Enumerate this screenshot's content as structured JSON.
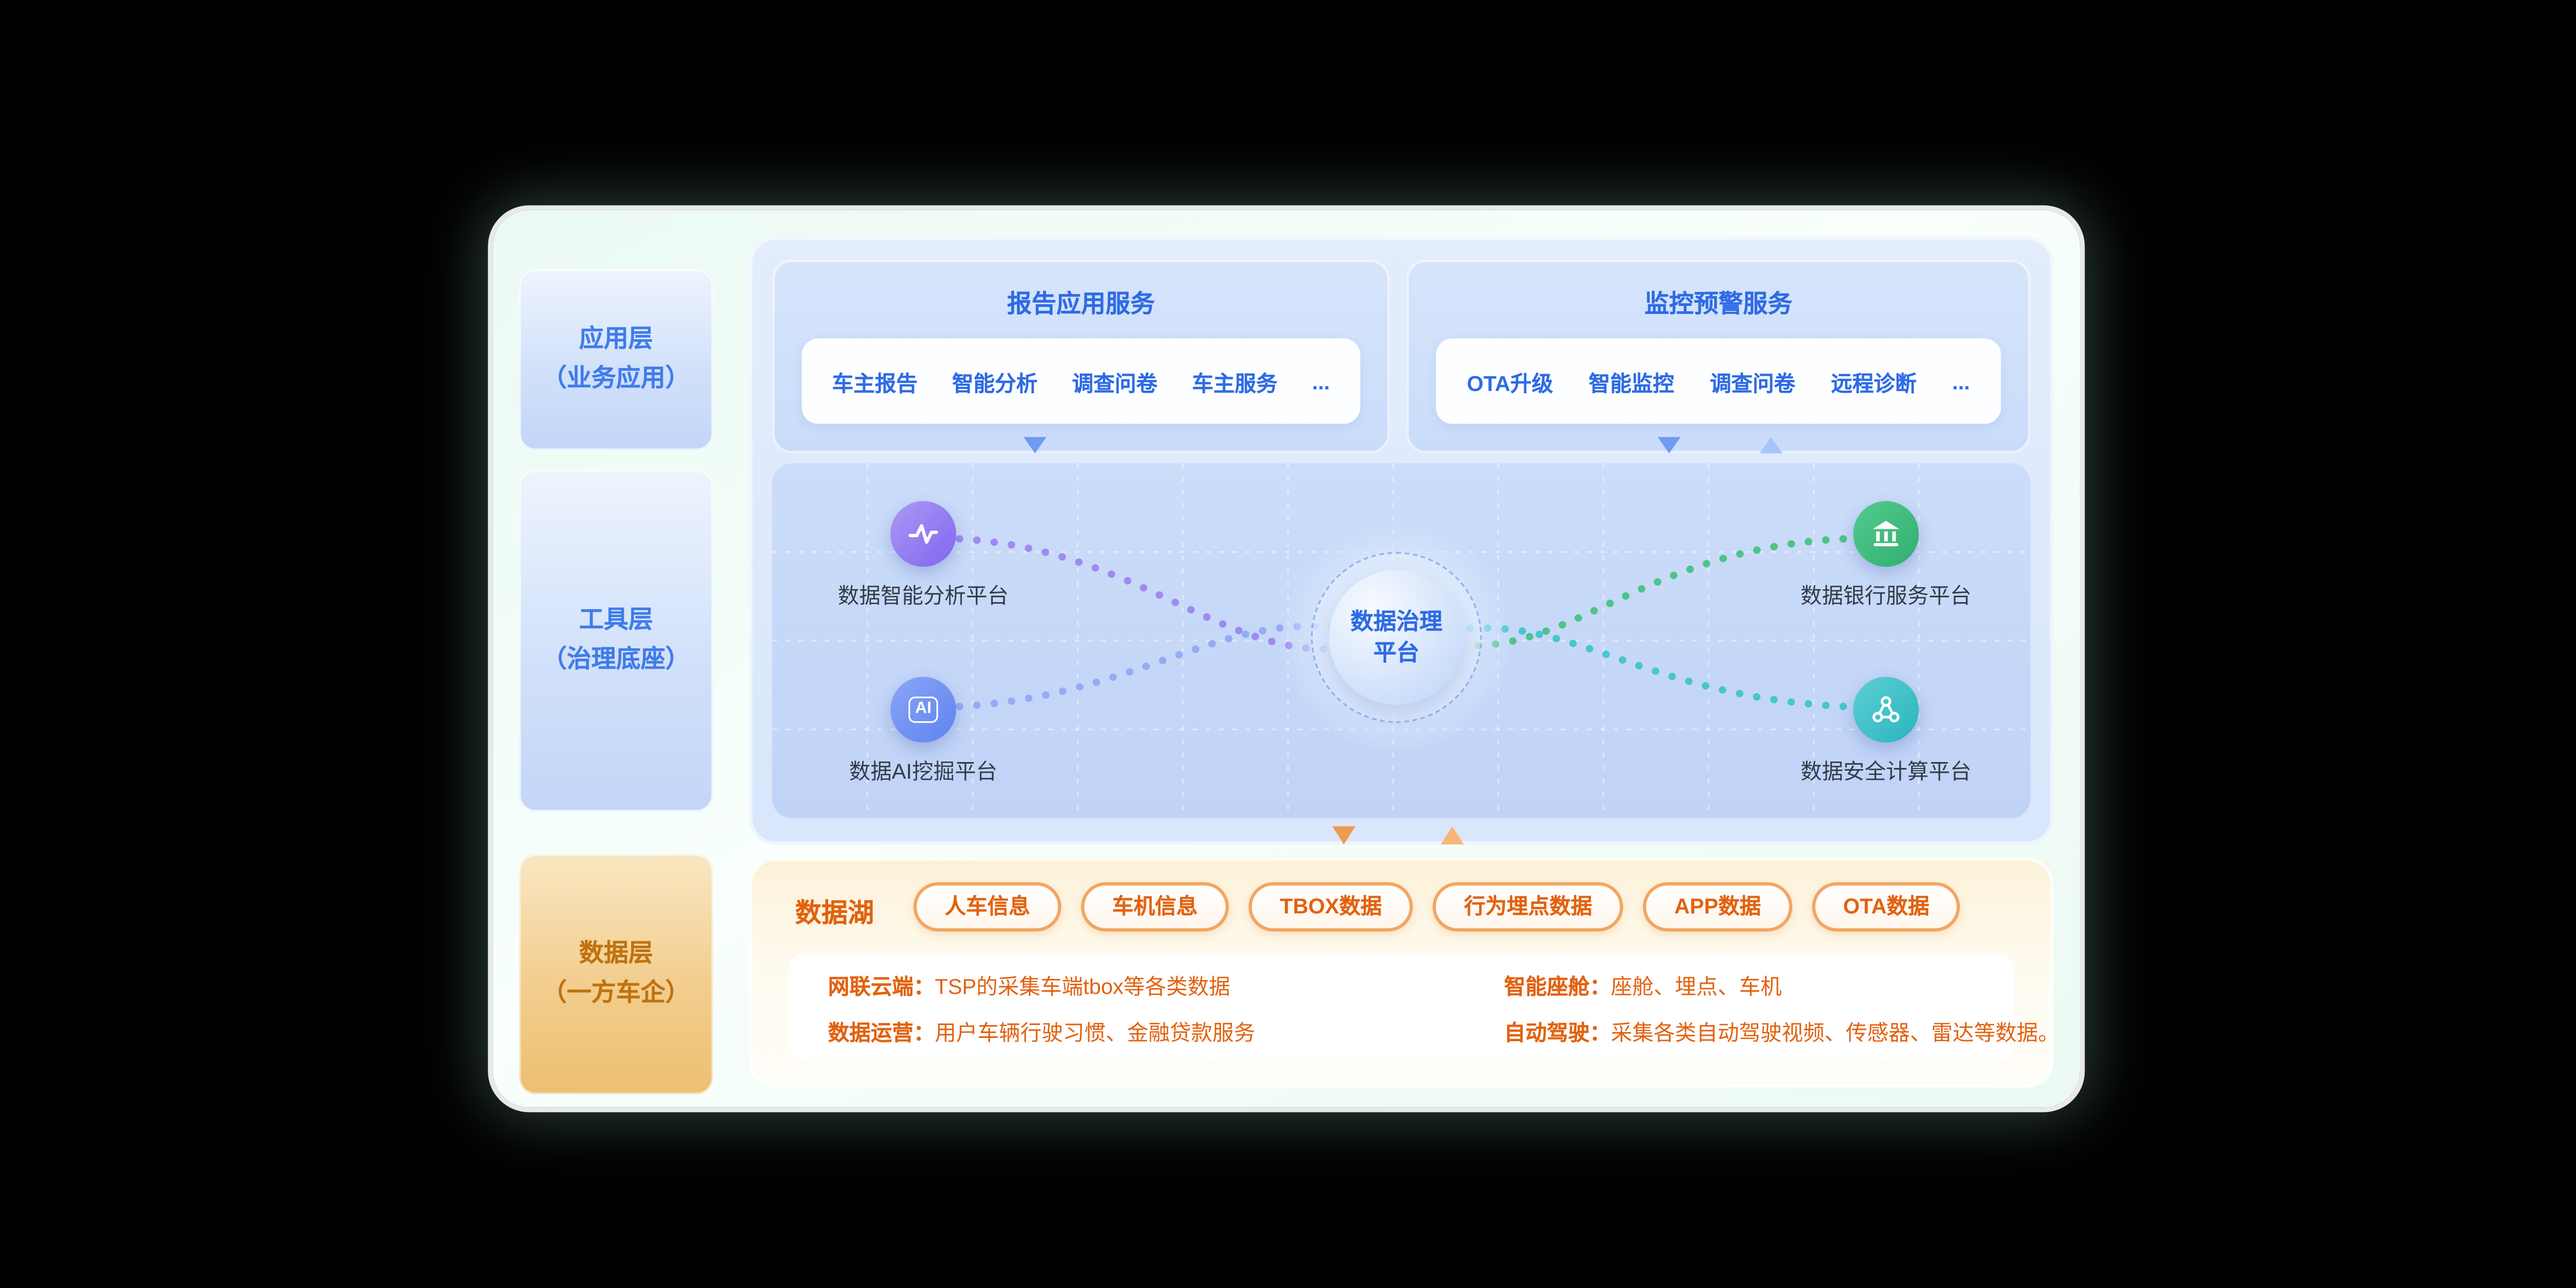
{
  "layers": [
    {
      "title": "应用层",
      "subtitle": "（业务应用）"
    },
    {
      "title": "工具层",
      "subtitle": "（治理底座）"
    },
    {
      "title": "数据层",
      "subtitle": "（一方车企）"
    }
  ],
  "services": {
    "report": {
      "title": "报告应用服务",
      "items": [
        "车主报告",
        "智能分析",
        "调查问卷",
        "车主服务",
        "..."
      ]
    },
    "monitor": {
      "title": "监控预警服务",
      "items": [
        "OTA升级",
        "智能监控",
        "调查问卷",
        "远程诊断",
        "..."
      ]
    }
  },
  "graph": {
    "center": {
      "line1": "数据治理",
      "line2": "平台"
    },
    "nodes": [
      {
        "label": "数据智能分析平台",
        "color": "#8d7bf0",
        "icon": "pulse-icon"
      },
      {
        "label": "数据AI挖掘平台",
        "color": "#6e8ff3",
        "icon": "ai-icon",
        "icon_text": "AI"
      },
      {
        "label": "数据银行服务平台",
        "color": "#3bbd7d",
        "icon": "bank-icon"
      },
      {
        "label": "数据安全计算平台",
        "color": "#3cc3c9",
        "icon": "network-icon"
      }
    ]
  },
  "datalake": {
    "title": "数据湖",
    "pills": [
      "人车信息",
      "车机信息",
      "TBOX数据",
      "行为埋点数据",
      "APP数据",
      "OTA数据"
    ],
    "details": [
      {
        "label": "网联云端：",
        "text": "TSP的采集车端tbox等各类数据"
      },
      {
        "label": "智能座舱：",
        "text": "座舱、埋点、车机"
      },
      {
        "label": "数据运营：",
        "text": "用户车辆行驶习惯、金融贷款服务"
      },
      {
        "label": "自动驾驶：",
        "text": "采集各类自动驾驶视频、传感器、雷达等数据。"
      }
    ]
  },
  "colors": {
    "blue": "#2e6be5",
    "orange": "#e2620f",
    "panel_blue": "#cbddf9",
    "lake_bg": "#fcf2d9"
  }
}
